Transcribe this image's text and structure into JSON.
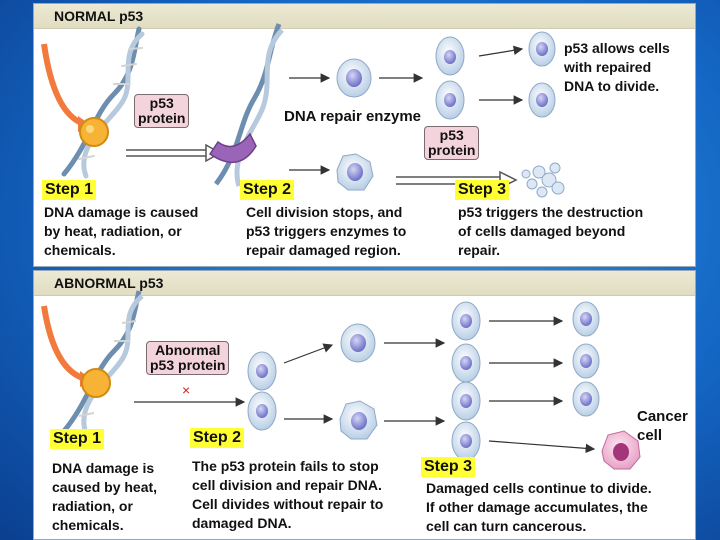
{
  "normal": {
    "title": "NORMAL p53",
    "protein_label": [
      "p53",
      "protein"
    ],
    "protein_label_2": [
      "p53",
      "protein"
    ],
    "repair_enzyme": "DNA repair enzyme",
    "outcome": [
      "p53 allows cells",
      "with repaired",
      "DNA to divide."
    ],
    "steps": [
      {
        "label": "Step 1",
        "text": [
          "DNA damage is caused",
          "by heat, radiation, or",
          "chemicals."
        ]
      },
      {
        "label": "Step 2",
        "text": [
          "Cell division stops, and",
          "p53 triggers enzymes to",
          "repair damaged region."
        ]
      },
      {
        "label": "Step 3",
        "text": [
          "p53 triggers the destruction",
          "of cells damaged beyond",
          "repair."
        ]
      }
    ]
  },
  "abnormal": {
    "title": "ABNORMAL p53",
    "protein_label": [
      "Abnormal",
      "p53 protein"
    ],
    "cancer_label": [
      "Cancer",
      "cell"
    ],
    "steps": [
      {
        "label": "Step 1",
        "text": [
          "DNA damage is",
          "caused by heat,",
          "radiation, or",
          "chemicals."
        ]
      },
      {
        "label": "Step 2",
        "text": [
          "The p53 protein fails to stop",
          "cell division and repair DNA.",
          "Cell divides without repair to",
          "damaged DNA."
        ]
      },
      {
        "label": "Step 3",
        "text": [
          "Damaged cells continue to divide.",
          "If other damage accumulates, the",
          "cell can turn cancerous."
        ]
      }
    ]
  },
  "colors": {
    "step_highlight": "#ffff33",
    "protein_box": "#f4d4dc",
    "cell_fill": "#dce8f5",
    "nucleus": "#8c8fd6",
    "background": "#1466c4"
  }
}
